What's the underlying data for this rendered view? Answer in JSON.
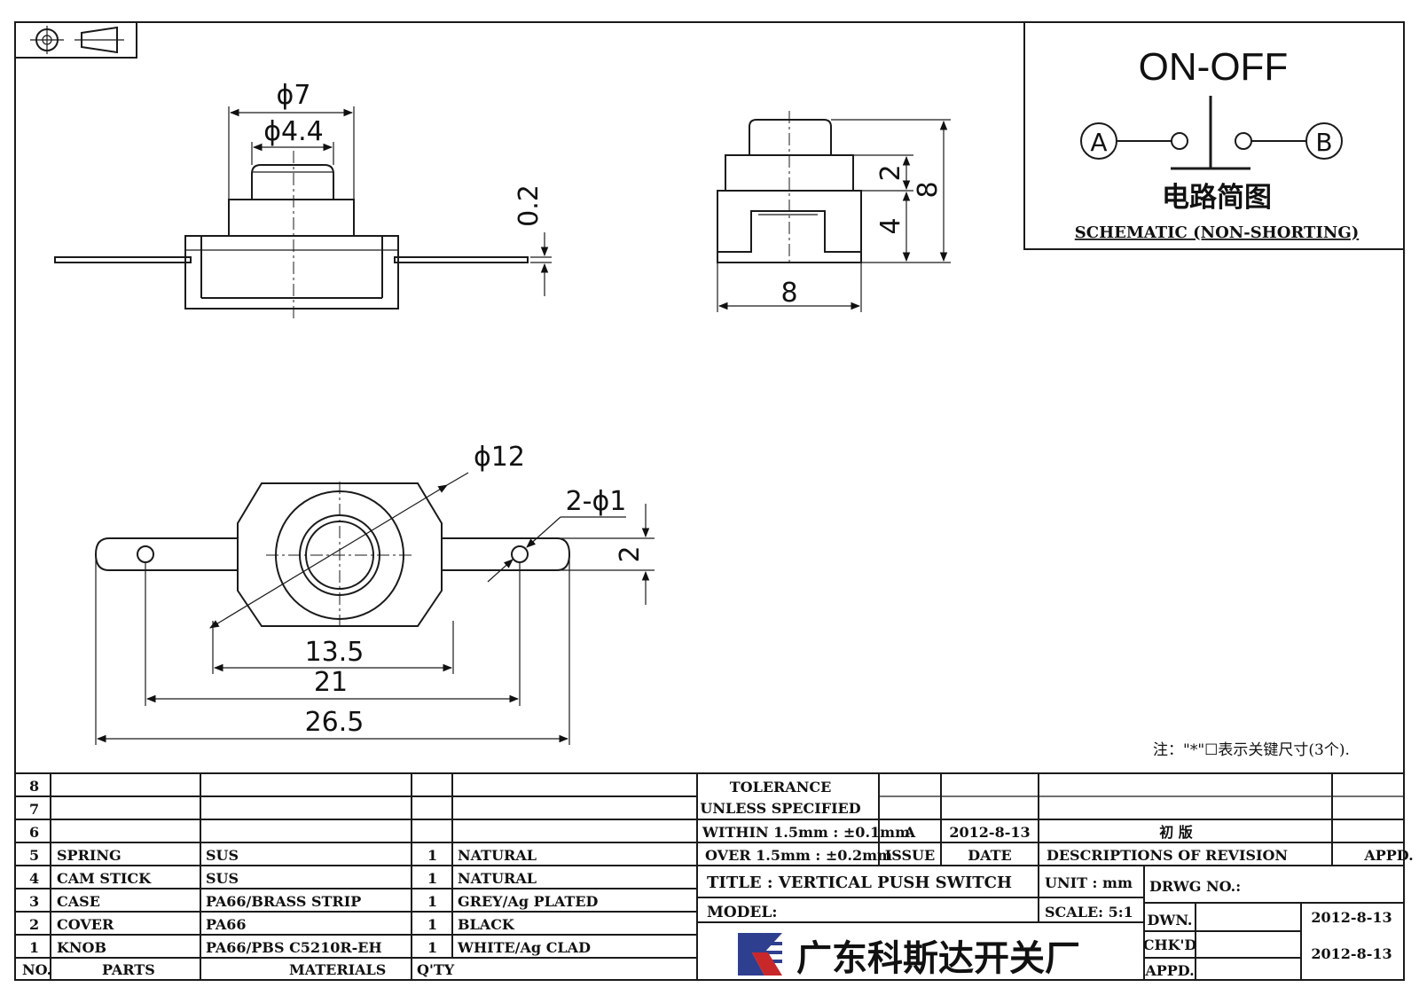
{
  "schematic": {
    "title": "ON-OFF",
    "terminal_a": "A",
    "terminal_b": "B",
    "caption_cn": "电路简图",
    "caption_en": "SCHEMATIC (NON-SHORTING)"
  },
  "dimensions": {
    "side_phi7": "ϕ7",
    "side_phi44": "ϕ4.4",
    "side_02": "0.2",
    "front_2": "2",
    "front_4": "4",
    "front_8h": "8",
    "front_8w": "8",
    "top_phi12": "ϕ12",
    "top_2phi1": "2-ϕ1",
    "top_2": "2",
    "top_135": "13.5",
    "top_21": "21",
    "top_265": "26.5"
  },
  "note": "注：\"*\"☐表示关键尺寸(3个).",
  "bom": {
    "header": {
      "no": "NO.",
      "parts": "PARTS",
      "materials": "MATERIALS",
      "qty": "Q'TY"
    },
    "rows": [
      {
        "no": "8",
        "part": "",
        "material": "",
        "qty": "",
        "finish": ""
      },
      {
        "no": "7",
        "part": "",
        "material": "",
        "qty": "",
        "finish": ""
      },
      {
        "no": "6",
        "part": "",
        "material": "",
        "qty": "",
        "finish": ""
      },
      {
        "no": "5",
        "part": "SPRING",
        "material": "SUS",
        "qty": "1",
        "finish": "NATURAL"
      },
      {
        "no": "4",
        "part": "CAM STICK",
        "material": "SUS",
        "qty": "1",
        "finish": "NATURAL"
      },
      {
        "no": "3",
        "part": "CASE",
        "material": "PA66/BRASS STRIP",
        "qty": "1",
        "finish": "GREY/Ag PLATED"
      },
      {
        "no": "2",
        "part": "COVER",
        "material": "PA66",
        "qty": "1",
        "finish": "BLACK"
      },
      {
        "no": "1",
        "part": "KNOB",
        "material": "PA66/PBS C5210R-EH",
        "qty": "1",
        "finish": "WHITE/Ag CLAD"
      }
    ]
  },
  "tolerance": {
    "line1": "TOLERANCE",
    "line2": "UNLESS SPECIFIED",
    "line3": "WITHIN 1.5mm : ±0.1mm",
    "line4": "OVER 1.5mm : ±0.2mm"
  },
  "revision": {
    "issue": "A",
    "date": "2012-8-13",
    "description": "初 版",
    "issue_label": "ISSUE",
    "date_label": "DATE",
    "desc_label": "DESCRIPTIONS OF REVISION",
    "appd_label": "APPD."
  },
  "title_block": {
    "title": "TITLE :  VERTICAL PUSH SWITCH",
    "model": "MODEL:",
    "unit": "UNIT :  mm",
    "scale": "SCALE:  5:1",
    "drwg_no": "DRWG NO.:",
    "dwn_label": "DWN.",
    "dwn_date": "2012-8-13",
    "chkd_label": "CHK'D",
    "chkd_date": "2012-8-13",
    "appd_label": "APPD.",
    "company": "广东科斯达开关厂"
  },
  "colors": {
    "ink": "#111111",
    "logo_blue": "#2f3f8f",
    "logo_red": "#c8282a"
  }
}
